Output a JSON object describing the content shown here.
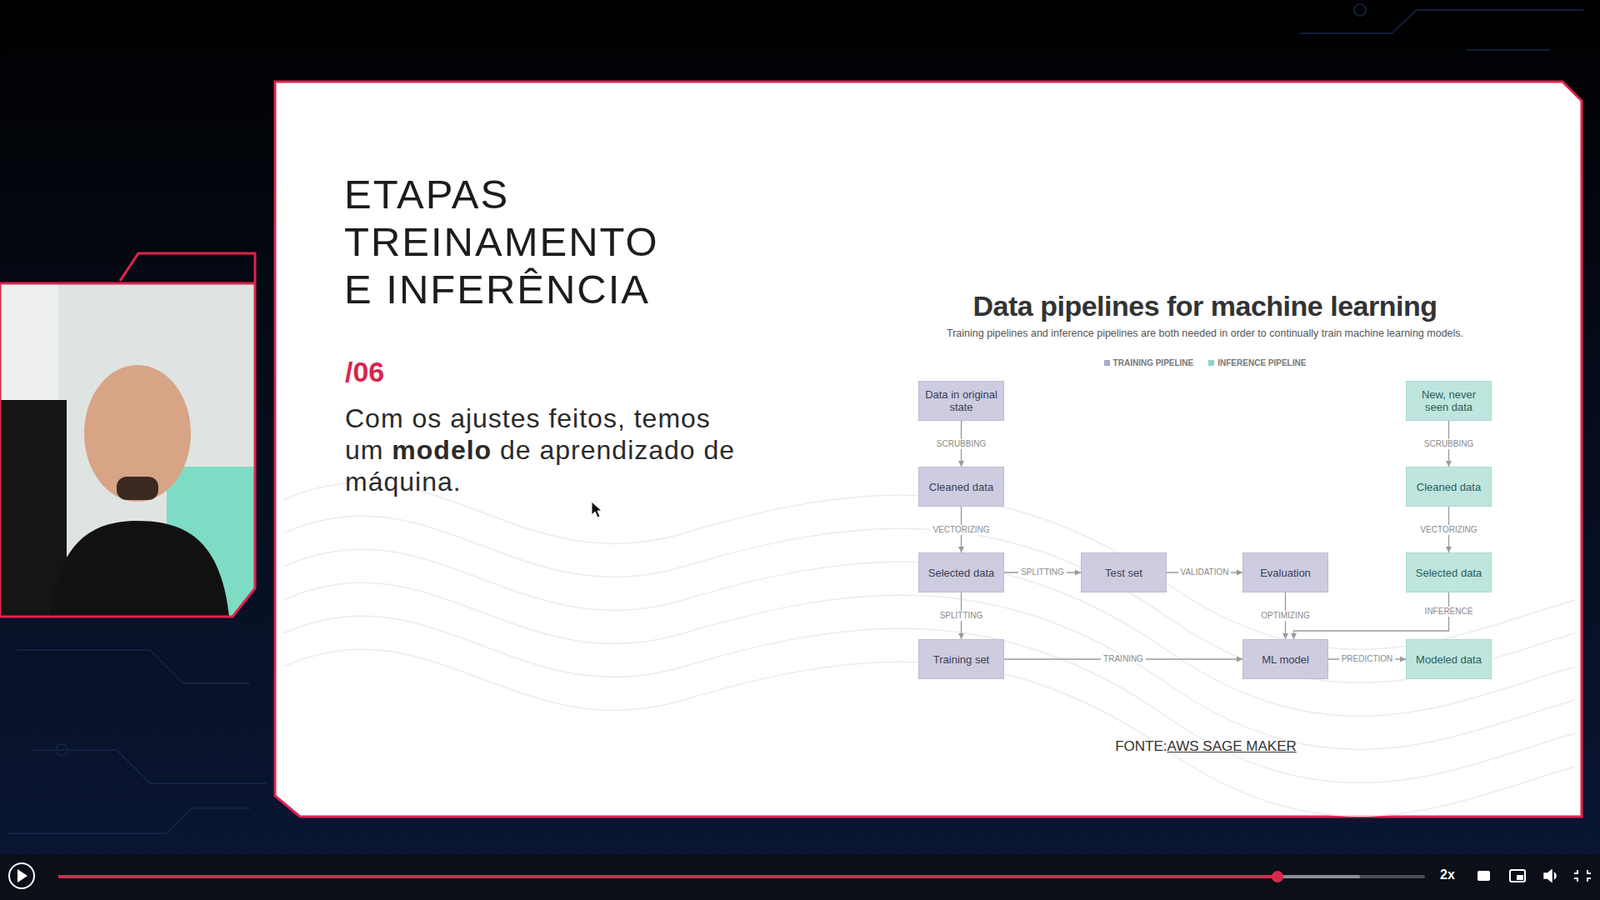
{
  "diagram": {
    "title": "Data pipelines for machine learning",
    "caption": "Training pipelines and inference pipelines are both needed in order to continually train machine learning models.",
    "nodes": [
      {
        "text": [
          "Data in original state"
        ]
      },
      {
        "text": [
          "New, never seen data"
        ]
      },
      {
        "text": [
          "Cleaned data"
        ]
      },
      {
        "text": [
          "Cleaned data"
        ]
      },
      {
        "text": [
          "Selected data"
        ]
      },
      {
        "text": [
          "Test set"
        ]
      },
      {
        "text": [
          "Evaluation"
        ]
      },
      {
        "text": [
          "Selected data"
        ]
      },
      {
        "text": [
          "Training set"
        ]
      },
      {
        "text": [
          "ML model"
        ]
      },
      {
        "text": [
          "Modeled data"
        ]
      }
    ],
    "edges": [
      {
        "from": 0,
        "to": 2,
        "label": "SCRUBBING",
        "arrow": "to"
      },
      {
        "from": 1,
        "to": 3,
        "label": "SCRUBBING",
        "arrow": "to"
      },
      {
        "from": 2,
        "to": 4,
        "label": "VECTORIZING",
        "arrow": "to"
      },
      {
        "from": 3,
        "to": 7,
        "label": "VECTORIZING",
        "arrow": "to"
      },
      {
        "from": 4,
        "to": 5,
        "label": "SPLITTING",
        "arrow": "to"
      },
      {
        "from": 5,
        "to": 6,
        "label": "VALIDATION",
        "arrow": "to"
      },
      {
        "from": 4,
        "to": 8,
        "label": "SPLITTING",
        "arrow": "to"
      },
      {
        "from": 6,
        "to": 9,
        "label": "OPTIMIZING",
        "arrow": "to"
      },
      {
        "from": 7,
        "to": 9,
        "label": "INFERENCE",
        "arrow": "to"
      },
      {
        "from": 8,
        "to": 9,
        "label": "TRAINING",
        "arrow": "to"
      },
      {
        "from": 9,
        "to": 10,
        "label": "PREDICTION",
        "arrow": "to"
      }
    ],
    "labels": [
      "ETAPAS",
      "TREINAMENTO",
      "E INFERÊNCIA",
      "/06",
      "Com os ajustes feitos, temos um",
      "modelo",
      "de aprendizado de máquina.",
      "FONTE:",
      "AWS SAGE MAKER",
      "2x"
    ],
    "legend": [
      {
        "text": "TRAINING PIPELINE",
        "color": "#a9a8c8"
      },
      {
        "text": "INFERENCE PIPELINE",
        "color": "#8fd3c9"
      }
    ]
  }
}
